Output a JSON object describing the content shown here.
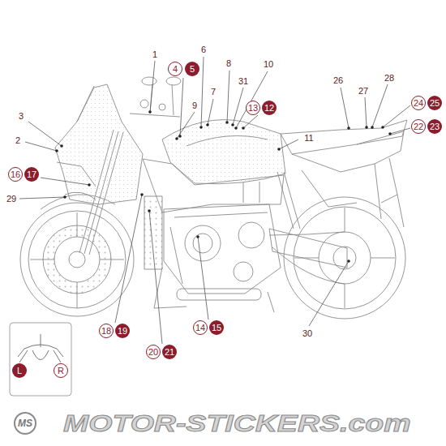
{
  "diagram": {
    "nodes": [
      {
        "text": [
          "4"
        ]
      },
      {
        "text": [
          "5"
        ]
      },
      {
        "text": [
          "13"
        ]
      },
      {
        "text": [
          "12"
        ]
      },
      {
        "text": [
          "24"
        ]
      },
      {
        "text": [
          "25"
        ]
      },
      {
        "text": [
          "22"
        ]
      },
      {
        "text": [
          "23"
        ]
      },
      {
        "text": [
          "16"
        ]
      },
      {
        "text": [
          "17"
        ]
      },
      {
        "text": [
          "18"
        ]
      },
      {
        "text": [
          "19"
        ]
      },
      {
        "text": [
          "14"
        ]
      },
      {
        "text": [
          "15"
        ]
      },
      {
        "text": [
          "20"
        ]
      },
      {
        "text": [
          "21"
        ]
      },
      {
        "text": [
          "L"
        ]
      },
      {
        "text": [
          "R"
        ]
      },
      {
        "text": [
          "MS"
        ]
      }
    ],
    "labels": [
      "1",
      "2",
      "3",
      "6",
      "7",
      "8",
      "9",
      "10",
      "31",
      "11",
      "26",
      "27",
      "28",
      "29",
      "30",
      "MOTOR-STICKERS.com"
    ]
  }
}
